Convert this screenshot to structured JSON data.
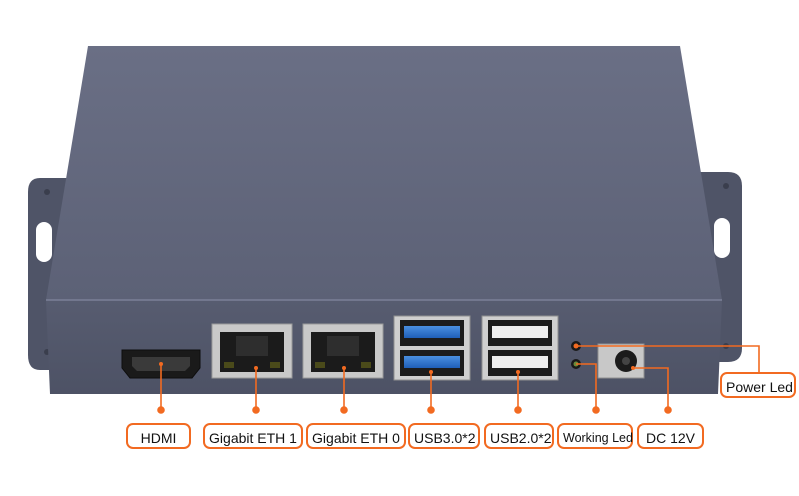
{
  "colors": {
    "accent": "#f26a21",
    "case": "#5a5f73",
    "case_top": "#656a80",
    "background": "#ffffff"
  },
  "labels": {
    "hdmi": "HDMI",
    "eth1": "Gigabit ETH 1",
    "eth0": "Gigabit ETH 0",
    "usb3": "USB3.0*2",
    "usb2": "USB2.0*2",
    "working_led": "Working Led",
    "dc": "DC 12V",
    "power_led": "Power Led"
  }
}
